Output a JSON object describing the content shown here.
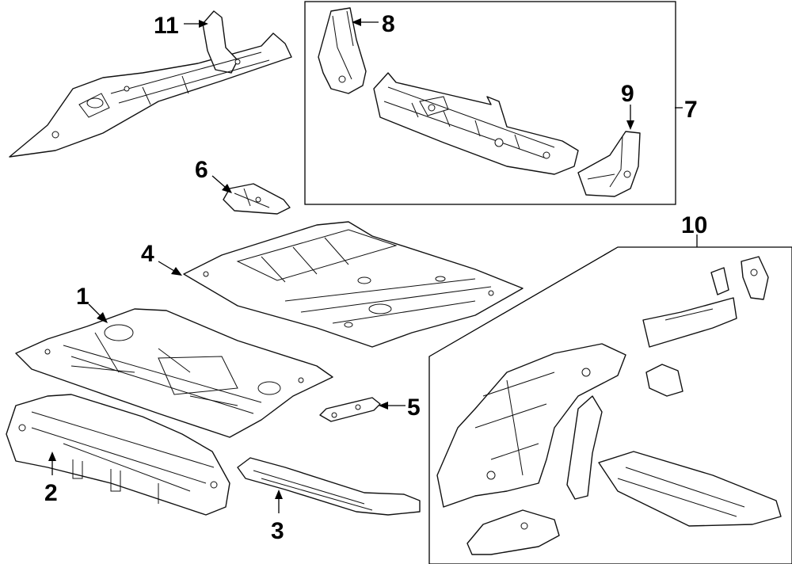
{
  "callouts": [
    {
      "id": "c1",
      "label": "1"
    },
    {
      "id": "c2",
      "label": "2"
    },
    {
      "id": "c3",
      "label": "3"
    },
    {
      "id": "c4",
      "label": "4"
    },
    {
      "id": "c5",
      "label": "5"
    },
    {
      "id": "c6",
      "label": "6"
    },
    {
      "id": "c7",
      "label": "7"
    },
    {
      "id": "c8",
      "label": "8"
    },
    {
      "id": "c9",
      "label": "9"
    },
    {
      "id": "c10",
      "label": "10"
    },
    {
      "id": "c11",
      "label": "11"
    }
  ],
  "colors": {
    "line": "#111111",
    "background": "#ffffff"
  }
}
